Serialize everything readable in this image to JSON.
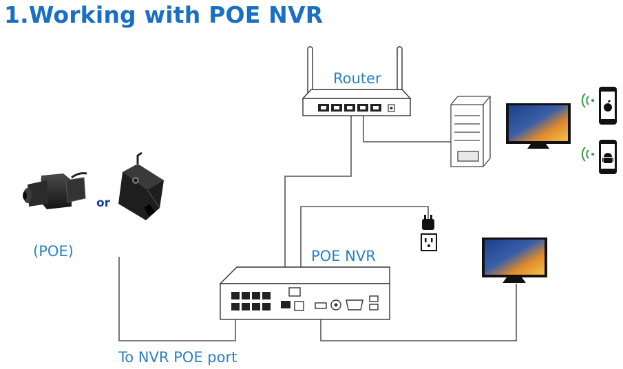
{
  "title": "1.Working with POE NVR",
  "labels": {
    "router": "Router",
    "camera_type": "(POE)",
    "or": "or",
    "nvr": "POE NVR",
    "nvr_port": "To NVR POE port"
  },
  "icons": {
    "ios_phone": "apple-icon",
    "android_phone": "android-icon",
    "wifi": "wifi-signal-icon",
    "power_plug": "power-plug-icon"
  },
  "colors": {
    "title": "#1a6fc4",
    "label": "#2b7fc6",
    "or_text": "#1c3f9c",
    "cable": "#555555"
  }
}
